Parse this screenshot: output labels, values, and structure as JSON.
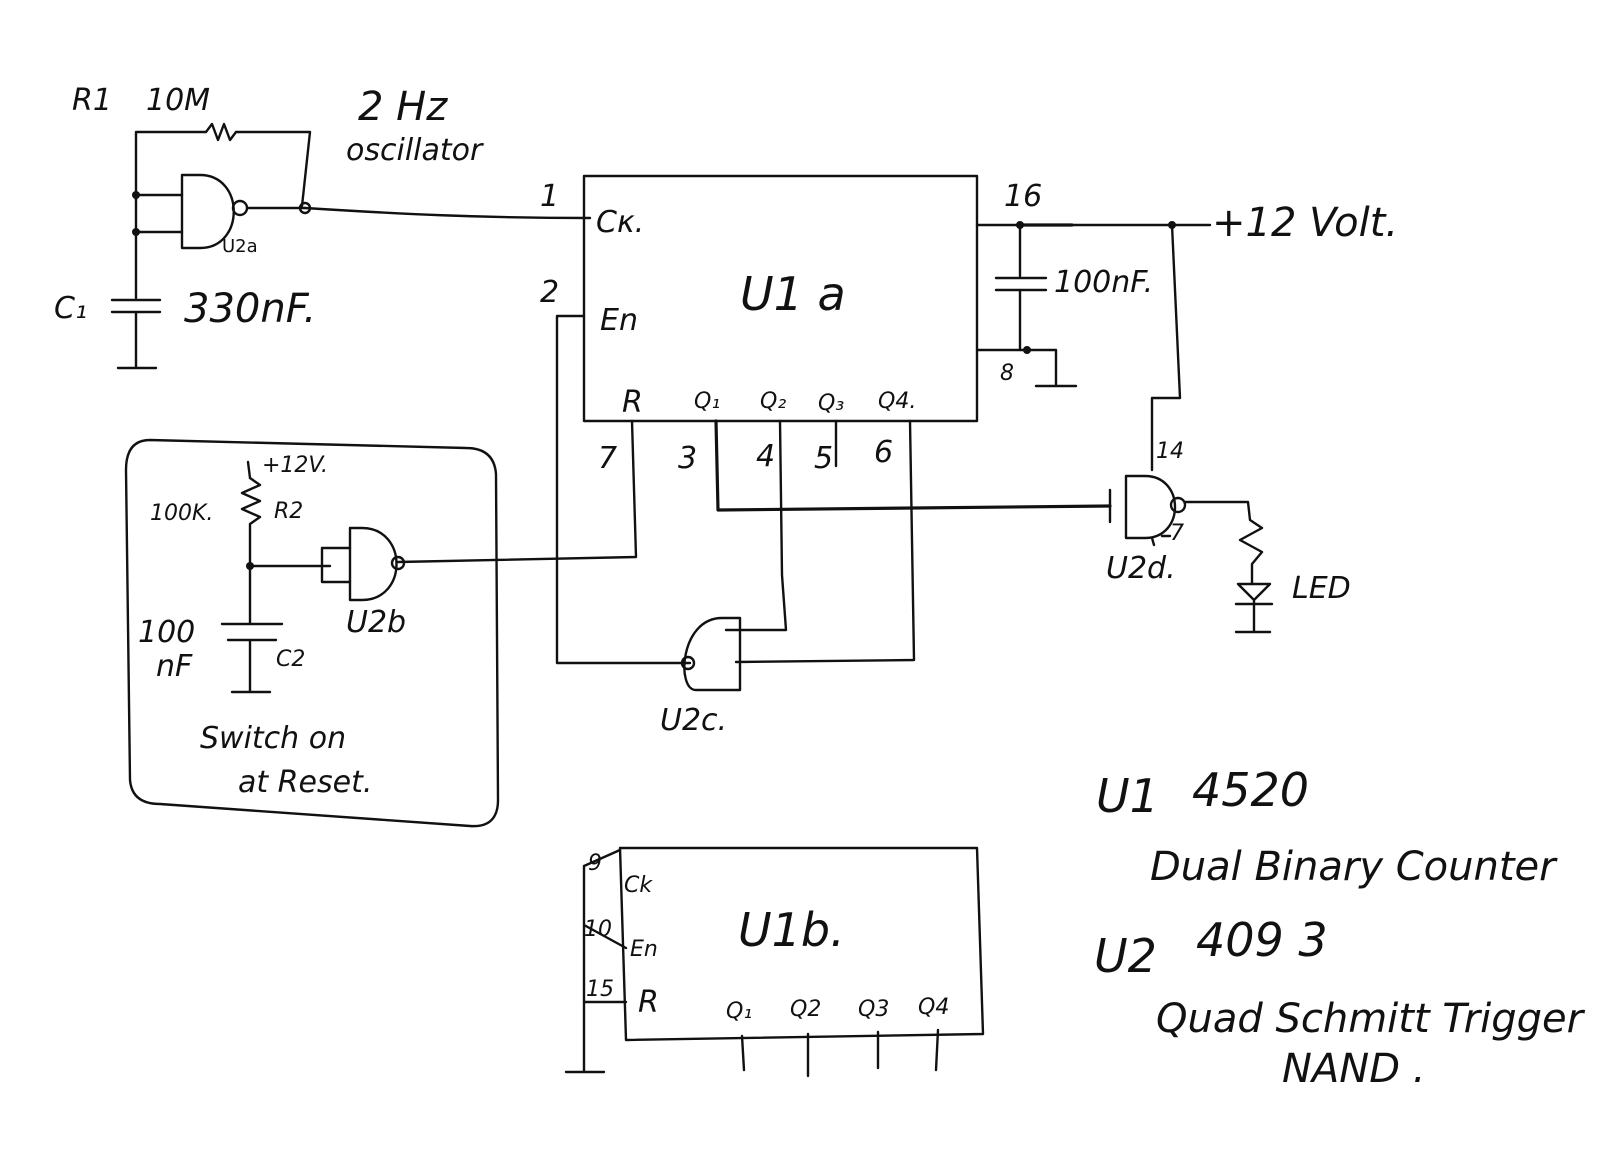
{
  "labels": {
    "r1": "R1",
    "r1_value": "10M",
    "osc_freq": "2 Hz",
    "osc_name": "oscillator",
    "u2a": "U2a",
    "c1": "C₁",
    "c1_value": "330nF.",
    "pin1": "1",
    "pin2": "2",
    "ck": "Cκ.",
    "en": "En",
    "u1a": "U1 a",
    "pin16": "16",
    "supply": "+12 Volt.",
    "c_bypass": "100nF.",
    "pin8": "8",
    "r": "R",
    "q1": "Q₁",
    "q2": "Q₂",
    "q3": "Q₃",
    "q4": "Q4.",
    "pin7": "7",
    "pin3": "3",
    "pin4": "4",
    "pin5": "5",
    "pin6": "6",
    "pin14": "14",
    "pin7b": "7",
    "u2d": "U2d.",
    "led": "LED",
    "reset_supply": "+12V.",
    "r2_value": "100K.",
    "r2": "R2",
    "u2b": "U2b",
    "c2_value_a": "100",
    "c2_value_b": "nF",
    "c2": "C2",
    "note_a": "Switch on",
    "note_b": "at Reset.",
    "u2c": "U2c.",
    "pin9": "9",
    "pin10": "10",
    "pin15": "15",
    "ck_b": "Ck",
    "en_b": "En",
    "r_b": "R",
    "u1b": "U1b.",
    "q1_b": "Q₁",
    "q2_b": "Q2",
    "q3_b": "Q3",
    "q4_b": "Q4",
    "u1_id": "U1",
    "u1_part": "4520",
    "u1_desc": "Dual Binary Counter",
    "u2_id": "U2",
    "u2_part": "409 3",
    "u2_desc_a": "Quad Schmitt Trigger",
    "u2_desc_b": "NAND ."
  }
}
